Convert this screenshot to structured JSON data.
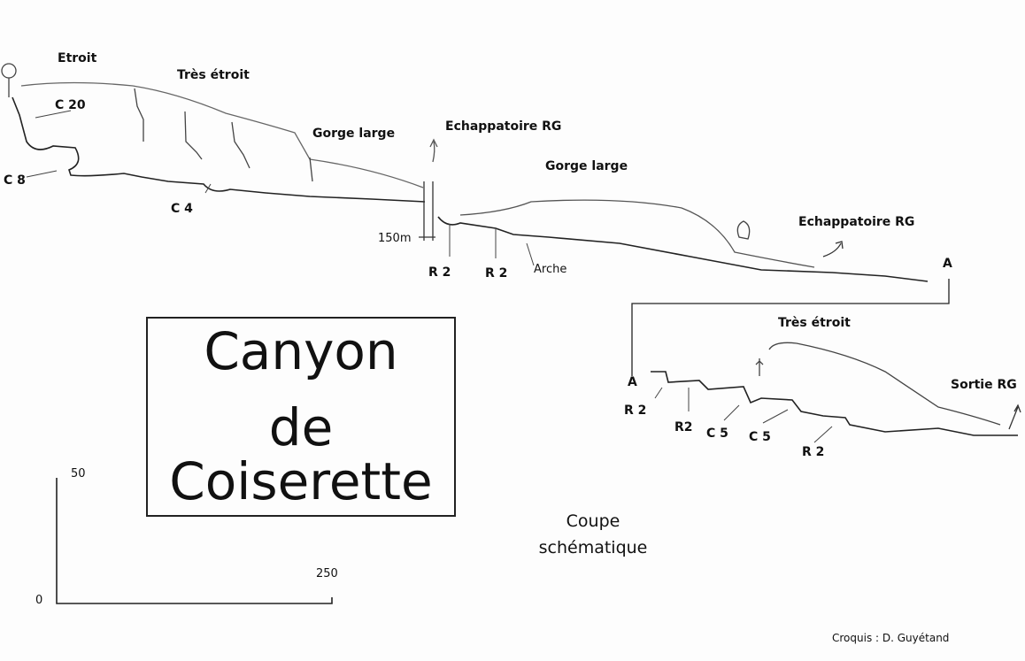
{
  "title": {
    "line1": "Canyon",
    "line2": "de",
    "line3": "Coiserette"
  },
  "subtitle": {
    "line1": "Coupe",
    "line2": "schématique"
  },
  "credit": "Croquis : D. Guyétand",
  "scale": {
    "vertical_top": "50",
    "origin": "0",
    "horizontal_end": "250"
  },
  "upper_profile": {
    "labels": {
      "etroit": "Etroit",
      "tres_etroit": "Très étroit",
      "c20": "C 20",
      "c8": "C 8",
      "c4": "C 4",
      "gorge_large_1": "Gorge large",
      "echappatoire_1": "Echappatoire RG",
      "distance": "150m",
      "r2_a": "R 2",
      "r2_b": "R 2",
      "arche": "Arche",
      "gorge_large_2": "Gorge large",
      "echappatoire_2": "Echappatoire  RG",
      "connector_a": "A"
    }
  },
  "lower_profile": {
    "labels": {
      "tres_etroit": "Très étroit",
      "connector_a": "A",
      "r2_a": "R 2",
      "r2_b": "R2",
      "c5_a": "C 5",
      "c5_b": "C 5",
      "r2_c": "R 2",
      "sortie": "Sortie RG"
    }
  }
}
